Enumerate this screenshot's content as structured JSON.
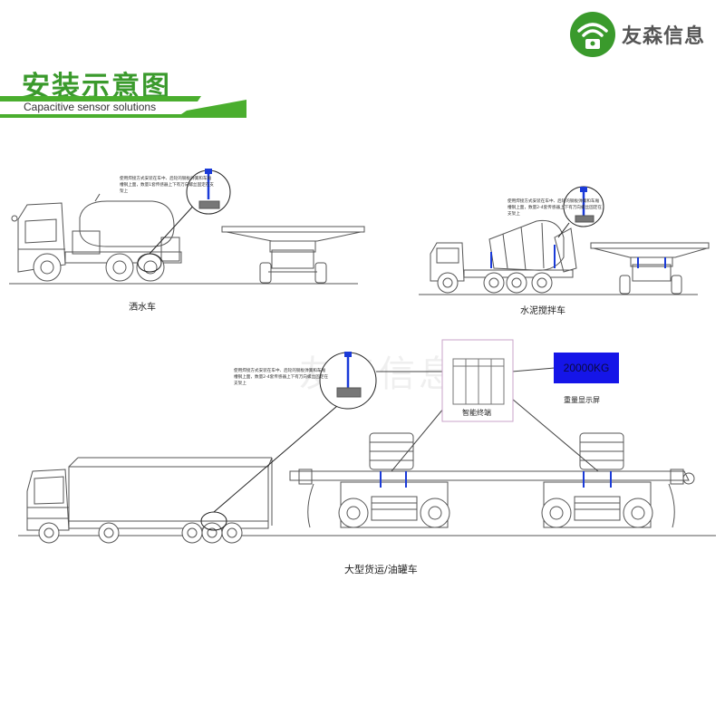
{
  "brand": {
    "name": "友森信息"
  },
  "header": {
    "title": "安装示意图",
    "subtitle": "Capacitive sensor solutions"
  },
  "sections": {
    "water_truck": {
      "caption": "洒水车",
      "note": "使用焊接方式安装在车中、后轮的钢板弹簧和车厢槽钢上面，数量1套传感器上下有万向螺丝固定在支架上"
    },
    "mixer_truck": {
      "caption": "水泥搅拌车",
      "note": "使用焊接方式安装在车中、后轮的钢板弹簧和车厢槽钢上面，数量2-4套传感器上下有万向螺丝固定在支架上"
    },
    "cargo_truck": {
      "caption": "大型货运/油罐车",
      "note": "使用焊接方式安装在车中、后轮的钢板弹簧和车厢槽钢上面，数量2-4套传感器上下有万向螺丝固定在支架上"
    }
  },
  "terminal": {
    "label": "智能终端"
  },
  "display": {
    "value": "20000KG",
    "label": "重量显示屏"
  },
  "watermark": "友森信息",
  "colors": {
    "brand_green": "#3a9a2c",
    "display_blue": "#1515e8",
    "sensor_blue": "#1a3ad8",
    "terminal_border": "#c9a3c9"
  }
}
